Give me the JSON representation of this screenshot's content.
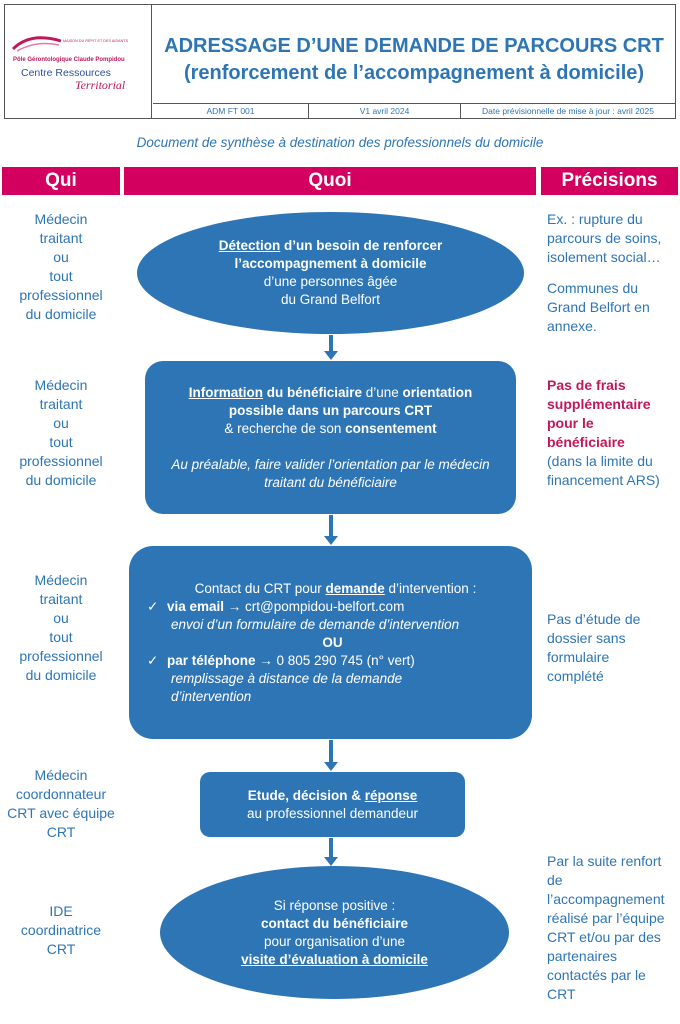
{
  "header": {
    "logo": {
      "top_text": "MAISON DU RÉPIT ET DES AIDANTS",
      "pole": "Pôle Gérontologique Claude Pompidou",
      "centre": "Centre Ressources",
      "territorial": "Territorial"
    },
    "title_line1": "ADRESSAGE D’UNE DEMANDE DE PARCOURS CRT",
    "title_line2": "(renforcement de l’accompagnement à domicile)",
    "ref": "ADM FT 001",
    "version": "V1 avril 2024",
    "update": "Date prévisionnelle de mise à jour : avril 2025"
  },
  "subtitle": "Document de synthèse à destination des professionnels du domicile",
  "columns": {
    "qui": "Qui",
    "quoi": "Quoi",
    "precisions": "Précisions"
  },
  "qui": [
    [
      "Médecin",
      "traitant",
      "ou",
      "tout",
      "professionnel",
      "du domicile"
    ],
    [
      "Médecin",
      "traitant",
      "ou",
      "tout",
      "professionnel",
      "du domicile"
    ],
    [
      "Médecin",
      "traitant",
      "ou",
      "tout",
      "professionnel",
      "du domicile"
    ],
    [
      "Médecin",
      "coordonnateur",
      "CRT avec équipe",
      "CRT"
    ],
    [
      "IDE",
      "coordinatrice",
      "CRT"
    ]
  ],
  "steps": {
    "s1": {
      "a": "Détection",
      "b": " d’un besoin de renforcer",
      "c": "l’accompagnement à domicile",
      "d": "d’une personnes âgée",
      "e": "du Grand Belfort"
    },
    "s2": {
      "a": "Information",
      "b": " du bénéficiaire",
      "c": " d’une ",
      "d": "orientation",
      "e": "possible dans un parcours CRT",
      "f": "& recherche de son ",
      "g": "consentement",
      "h": "Au préalable, faire valider l’orientation par le médecin traitant du bénéficiaire"
    },
    "s3": {
      "a": "Contact du CRT pour ",
      "b": "demande",
      "c": " d’intervention :",
      "d": "via email",
      "e": " → crt@pompidou-belfort.com",
      "f": "envoi d’un formulaire de demande d’intervention",
      "g": "OU",
      "h": "par téléphone",
      "i": " → 0 805 290 745 (n° vert)",
      "j": "remplissage à distance de la demande",
      "k": "d’intervention",
      "check": "✓"
    },
    "s4": {
      "a": "Etude, décision & ",
      "b": "réponse",
      "c": "au professionnel demandeur"
    },
    "s5": {
      "a": "Si réponse positive :",
      "b": "contact du bénéficiaire",
      "c": "pour organisation d’une",
      "d": "visite d’évaluation à domicile"
    }
  },
  "precisions": {
    "p1a": [
      "Ex. : rupture du",
      "parcours de soins,",
      "isolement social…"
    ],
    "p1b": [
      "Communes du",
      "Grand Belfort en",
      "annexe."
    ],
    "p2a": [
      "Pas de frais",
      "supplémentaire",
      "pour le",
      "bénéficiaire"
    ],
    "p2b": [
      "(dans la limite du",
      "financement ARS)"
    ],
    "p3": [
      "Pas d’étude de",
      "dossier sans",
      "formulaire",
      "complété"
    ],
    "p5": [
      "Par la suite renfort",
      "de",
      "l’accompagnement",
      "réalisé par l’équipe",
      "CRT et/ou par des",
      "partenaires",
      "contactés par le",
      "CRT"
    ]
  }
}
